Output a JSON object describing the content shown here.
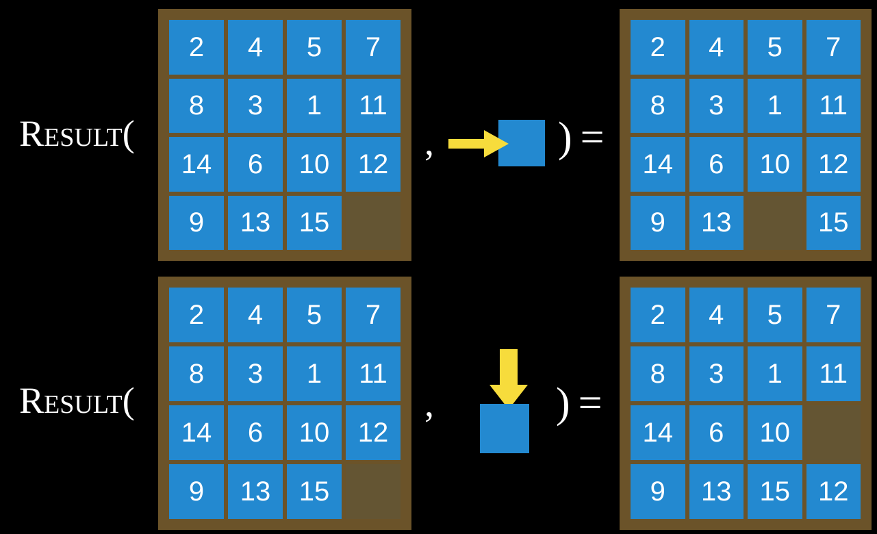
{
  "colors": {
    "background": "#000000",
    "tile": "#2389d0",
    "board_frame": "#6b5329",
    "empty_slot": "#645533",
    "arrow": "#f7dc3c",
    "text": "#ffffff"
  },
  "equations": [
    {
      "id": "equation-right-move",
      "label": "Result(",
      "comma": ",",
      "close_paren": ")",
      "equals": "=",
      "action": {
        "icon": "arrow-right-icon",
        "direction": "right",
        "description": "blank tile moves right"
      },
      "input_board": {
        "rows": [
          [
            "2",
            "4",
            "5",
            "7"
          ],
          [
            "8",
            "3",
            "1",
            "11"
          ],
          [
            "14",
            "6",
            "10",
            "12"
          ],
          [
            "9",
            "13",
            "15",
            ""
          ]
        ]
      },
      "output_board": {
        "rows": [
          [
            "2",
            "4",
            "5",
            "7"
          ],
          [
            "8",
            "3",
            "1",
            "11"
          ],
          [
            "14",
            "6",
            "10",
            "12"
          ],
          [
            "9",
            "13",
            "",
            "15"
          ]
        ]
      }
    },
    {
      "id": "equation-down-move",
      "label": "Result(",
      "comma": ",",
      "close_paren": ")",
      "equals": "=",
      "action": {
        "icon": "arrow-down-icon",
        "direction": "down",
        "description": "blank tile moves down"
      },
      "input_board": {
        "rows": [
          [
            "2",
            "4",
            "5",
            "7"
          ],
          [
            "8",
            "3",
            "1",
            "11"
          ],
          [
            "14",
            "6",
            "10",
            "12"
          ],
          [
            "9",
            "13",
            "15",
            ""
          ]
        ]
      },
      "output_board": {
        "rows": [
          [
            "2",
            "4",
            "5",
            "7"
          ],
          [
            "8",
            "3",
            "1",
            "11"
          ],
          [
            "14",
            "6",
            "10",
            ""
          ],
          [
            "9",
            "13",
            "15",
            "12"
          ]
        ]
      }
    }
  ]
}
